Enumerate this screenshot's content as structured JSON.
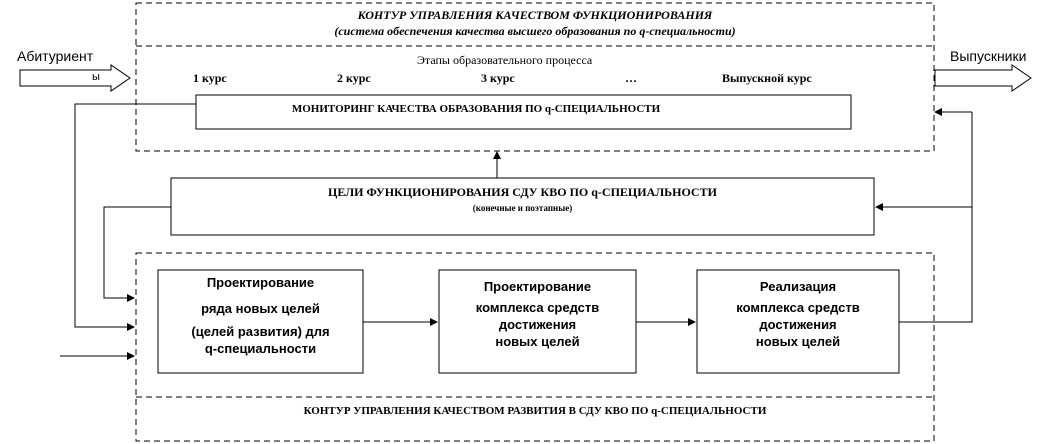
{
  "top_contour": {
    "title": "КОНТУР УПРАВЛЕНИЯ КАЧЕСТВОМ ФУНКЦИОНИРОВАНИЯ",
    "subtitle": "(система обеспечения качества высшего образования по q-специальности)"
  },
  "input_label": "Абитуриент",
  "input_label_fragment": "ы",
  "output_label": "Выпускники",
  "stages": {
    "title": "Этапы образовательного процесса",
    "items": [
      "1 курс",
      "2 курс",
      "3 курс",
      "…",
      "Выпускной курс"
    ]
  },
  "monitoring": "МОНИТОРИНГ КАЧЕСТВА ОБРАЗОВАНИЯ ПО q-СПЕЦИАЛЬНОСТИ",
  "goals": {
    "title": "ЦЕЛИ ФУНКЦИОНИРОВАНИЯ СДУ КВО ПО q-СПЕЦИАЛЬНОСТИ",
    "note": "(конечные и поэтапные)"
  },
  "blocks": [
    {
      "lines": [
        "Проектирование",
        "ряда новых целей",
        "(целей развития) для",
        "q-специальности"
      ]
    },
    {
      "lines": [
        "Проектирование",
        "комплекса средств",
        "достижения",
        "новых целей"
      ]
    },
    {
      "lines": [
        "Реализация",
        "комплекса средств",
        "достижения",
        "новых целей"
      ]
    }
  ],
  "bottom_contour": "КОНТУР УПРАВЛЕНИЯ КАЧЕСТВОМ РАЗВИТИЯ В СДУ КВО ПО q-СПЕЦИАЛЬНОСТИ"
}
